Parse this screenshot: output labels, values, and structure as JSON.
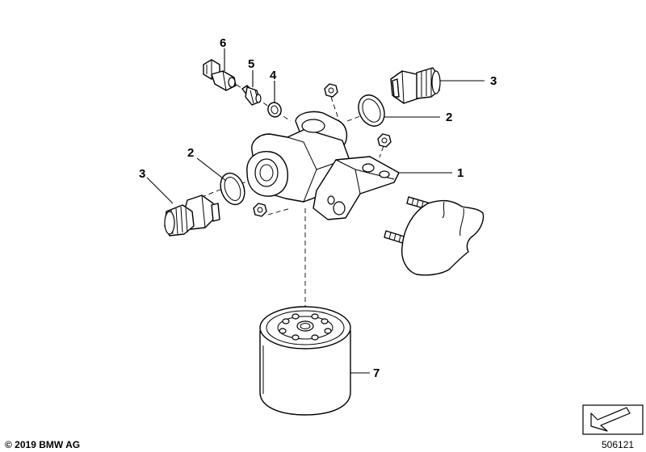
{
  "callouts": {
    "c1": "1",
    "c2_right": "2",
    "c2_left": "2",
    "c3_right": "3",
    "c3_left": "3",
    "c4": "4",
    "c5": "5",
    "c6": "6",
    "c7": "7"
  },
  "footer": {
    "copyright": "© 2019 BMW AG",
    "image_number": "506121"
  }
}
